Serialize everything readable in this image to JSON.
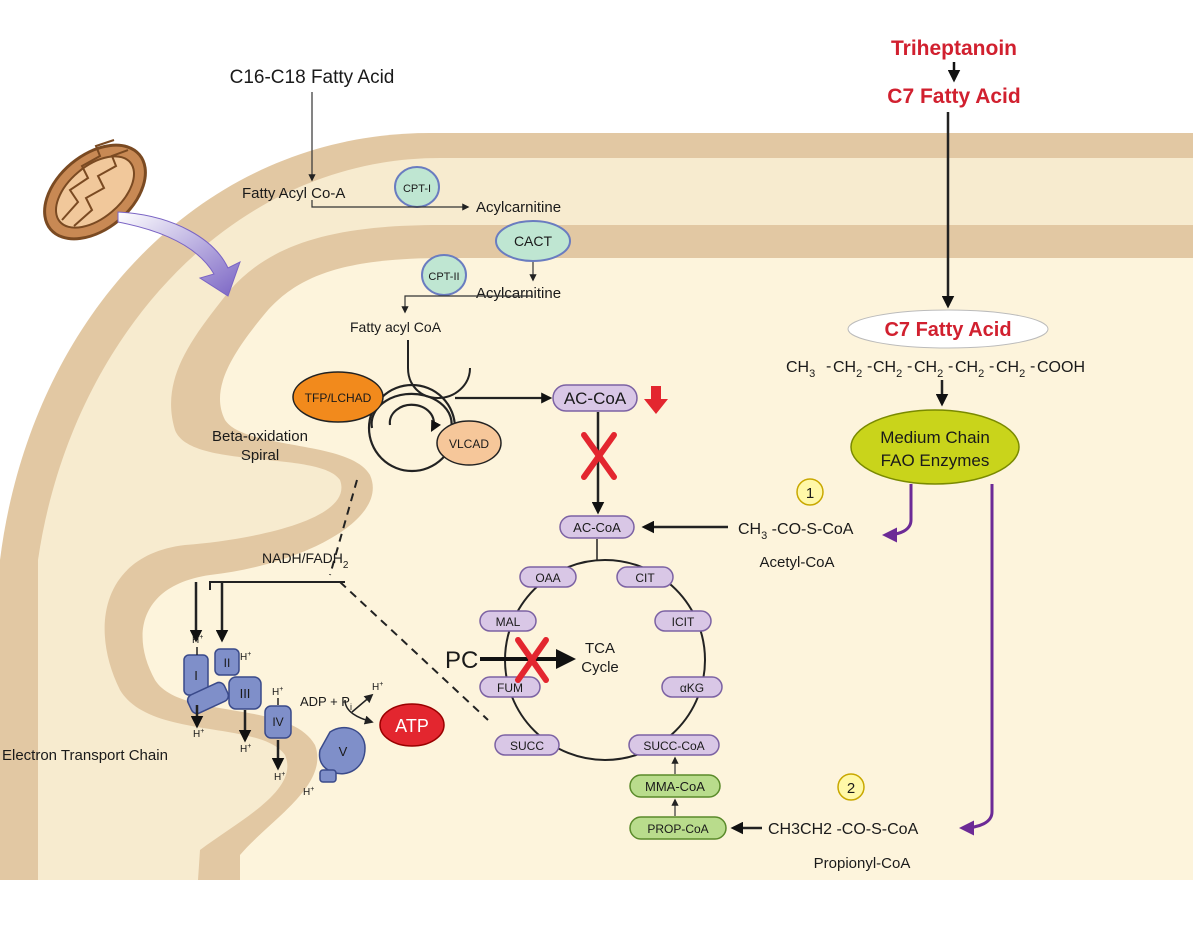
{
  "inputs": {
    "triheptanoin": "Triheptanoin",
    "c7_fatty_acid_top": "C7 Fatty Acid",
    "c16_c18_fatty_acid": "C16-C18 Fatty Acid"
  },
  "carnitine_shuttle": {
    "fatty_acyl_coa_cytosol": "Fatty Acyl Co-A",
    "cpt1": "CPT-I",
    "acylcarnitine_1": "Acylcarnitine",
    "cact": "CACT",
    "cpt2": "CPT-II",
    "acylcarnitine_2": "Acylcarnitine",
    "fatty_acyl_coa_matrix": "Fatty acyl CoA"
  },
  "beta_oxidation": {
    "tfp_lchad": "TFP/LCHAD",
    "vlcad": "VLCAD",
    "spiral_label_1": "Beta-oxidation",
    "spiral_label_2": "Spiral",
    "ac_coa_top": "AC-CoA"
  },
  "c7_pathway": {
    "c7_fatty_acid_matrix": "C7 Fatty Acid",
    "formula": {
      "ch3": "CH",
      "sub3": "3",
      "ch2": "CH",
      "sub2": "2",
      "dash": "-",
      "cooh": "COOH"
    },
    "enzymes_line1": "Medium Chain",
    "enzymes_line2": "FAO Enzymes",
    "marker_1": "1",
    "acetyl_formula_a": "CH",
    "acetyl_formula_sub": "3",
    "acetyl_formula_b": " -CO-S-CoA",
    "acetyl_coa": "Acetyl-CoA",
    "marker_2": "2",
    "propionyl_formula": "CH3CH2 -CO-S-CoA",
    "propionyl_coa": "Propionyl-CoA"
  },
  "tca": {
    "ac_coa": "AC-CoA",
    "oaa": "OAA",
    "cit": "CIT",
    "icit": "ICIT",
    "akg": "αKG",
    "succ_coa": "SUCC-CoA",
    "succ": "SUCC",
    "fum": "FUM",
    "mal": "MAL",
    "tca_line1": "TCA",
    "tca_line2": "Cycle",
    "pc": "PC",
    "mma_coa": "MMA-CoA",
    "prop_coa": "PROP-CoA"
  },
  "etc": {
    "nadh_fadh": "NADH/FADH",
    "nadh_sub": "2",
    "complex_1": "I",
    "complex_2": "II",
    "complex_3": "III",
    "complex_4": "IV",
    "complex_5": "V",
    "h_plus": "H",
    "plus": "+",
    "adp_pi": "ADP + P",
    "pi_sub": "i",
    "atp": "ATP",
    "label": "Electron Transport Chain"
  },
  "colors": {
    "membrane": "#e2c8a3",
    "matrix": "#fdf4dc",
    "tca_node": "#d9c7e6",
    "tca_node_stroke": "#7c62a3",
    "carnitine_node": "#bfe6d2",
    "green_node": "#b9dc8c",
    "orange_enzyme": "#f28a1c",
    "vlcad": "#f6c79a",
    "yellow_green": "#c9d41b",
    "etc_blue": "#7f8fc9",
    "red": "#e3262f",
    "purple_arrow": "#6c2a96"
  }
}
